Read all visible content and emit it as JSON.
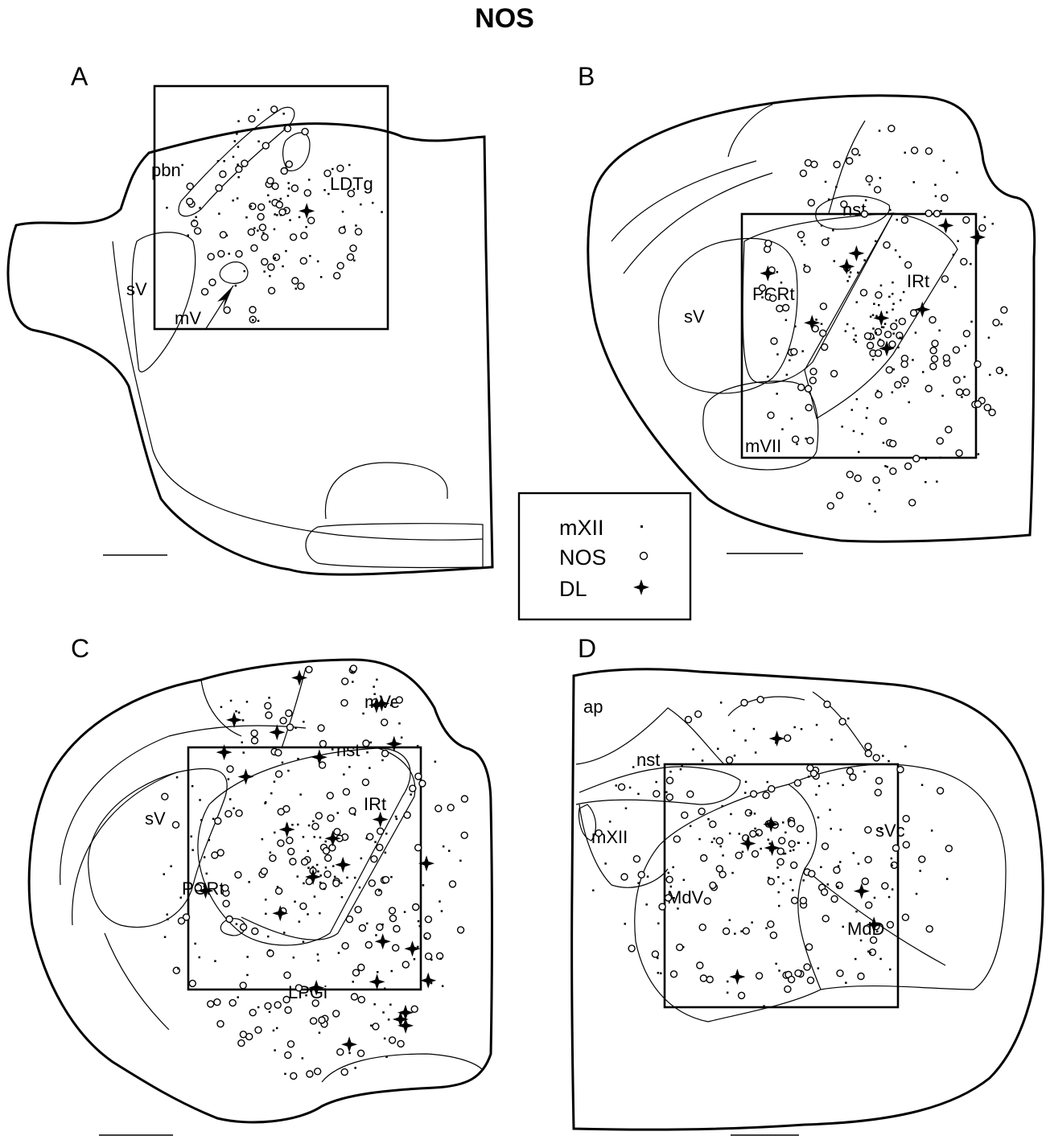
{
  "title": "NOS",
  "panels": [
    {
      "letter": "A",
      "regions": [
        "pbn",
        "LDTg",
        "sV",
        "mV"
      ]
    },
    {
      "letter": "B",
      "regions": [
        "nst",
        "PCRt",
        "IRt",
        "sV",
        "mVII"
      ]
    },
    {
      "letter": "C",
      "regions": [
        "mVe",
        "nst",
        "sV",
        "IRt",
        "PCRt",
        "LPGi"
      ]
    },
    {
      "letter": "D",
      "regions": [
        "ap",
        "nst",
        "mXII",
        "sVc",
        "MdV",
        "MdD"
      ]
    }
  ],
  "legend": {
    "items": [
      {
        "label": "mXII",
        "marker": "dot"
      },
      {
        "label": "NOS",
        "marker": "open-circle"
      },
      {
        "label": "DL",
        "marker": "star"
      }
    ]
  }
}
